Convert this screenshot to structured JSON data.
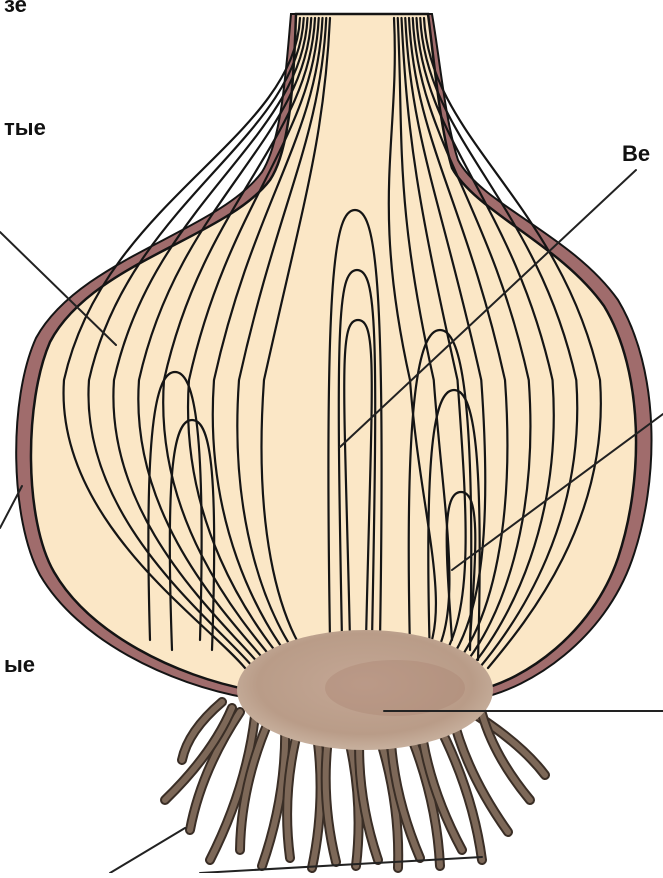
{
  "labels": {
    "top_left": "зе",
    "upper_left": "тые",
    "upper_right": "Ве",
    "lower_left": "ые"
  },
  "colors": {
    "background": "#ffffff",
    "flesh": "#fbe7c6",
    "skin": "#a06c6c",
    "outline": "#141414",
    "scale_line": "#151515",
    "stem_base": "#b99c88",
    "roots": "#7d6858",
    "root_outline": "#3a2e26",
    "leader_line": "#222222"
  },
  "icons": {
    "diagram": "onion-bulb-cross-section"
  }
}
